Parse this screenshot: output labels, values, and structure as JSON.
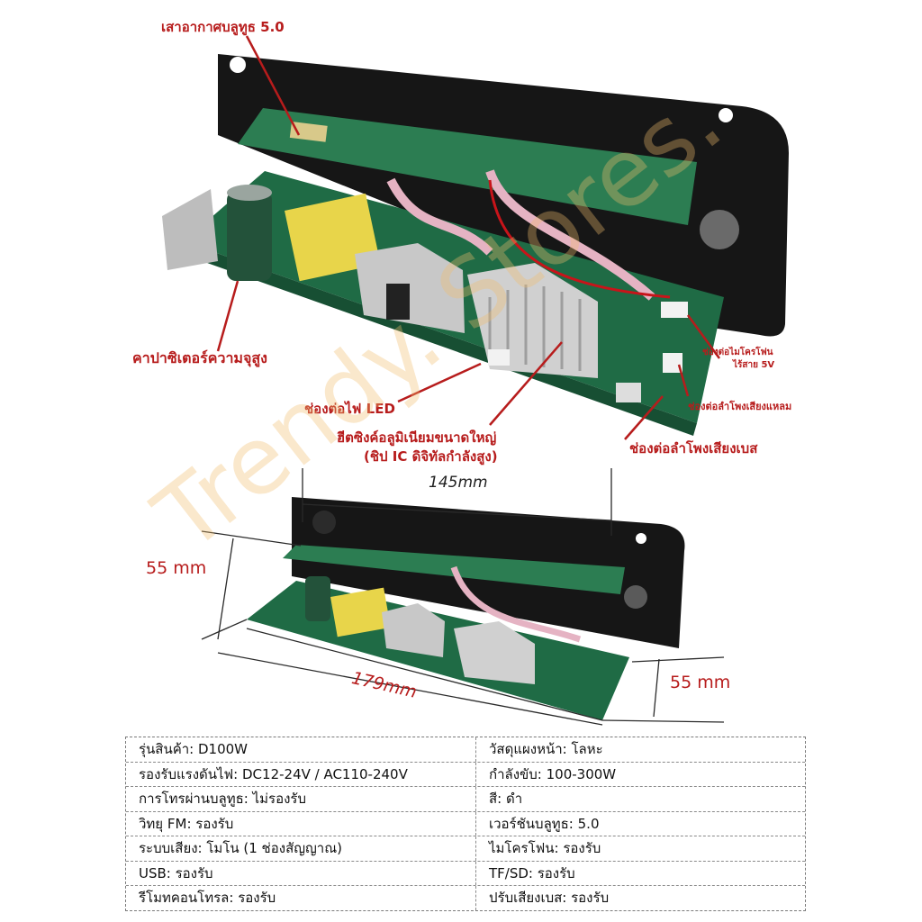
{
  "callouts": {
    "bluetooth_antenna": "เสาอากาศบลูทูธ 5.0",
    "capacitor": "คาปาซิเตอร์ความจุสูง",
    "led_port": "ช่องต่อไฟ LED",
    "heatsink_line1": "ฮีตซิงค์อลูมิเนียมขนาดใหญ่",
    "heatsink_line2": "(ชิป IC ดิจิทัลกำลังสูง)",
    "mic_port_line1": "ช่องต่อไมโครโฟน",
    "mic_port_line2": "ไร้สาย 5V",
    "tweeter_port": "ช่องต่อลำโพงเสียงแหลม",
    "bass_port": "ช่องต่อลำโพงเสียงเบส"
  },
  "dimensions": {
    "width_top": "145mm",
    "height_left": "55 mm",
    "length_bottom": "179mm",
    "height_right": "55 mm"
  },
  "watermark": "Trendy. Stores.",
  "specs": [
    {
      "left": "รุ่นสินค้า: D100W",
      "right": "วัสดุแผงหน้า: โลหะ"
    },
    {
      "left": "รองรับแรงดันไฟ: DC12-24V / AC110-240V",
      "right": "กำลังขับ: 100-300W"
    },
    {
      "left": "การโทรผ่านบลูทูธ: ไม่รองรับ",
      "right": "สี: ดำ"
    },
    {
      "left": "วิทยุ FM: รองรับ",
      "right": "เวอร์ชันบลูทูธ: 5.0"
    },
    {
      "left": "ระบบเสียง: โมโน (1 ช่องสัญญาณ)",
      "right": "ไมโครโฟน: รองรับ"
    },
    {
      "left": "USB: รองรับ",
      "right": "TF/SD: รองรับ"
    },
    {
      "left": "รีโมทคอนโทรล: รองรับ",
      "right": "ปรับเสียงเบส: รองรับ"
    }
  ],
  "colors": {
    "callout_red": "#b71c1c",
    "pcb_green": "#1f6b45",
    "panel_black": "#161616",
    "transformer_yellow": "#e8d54a",
    "heatsink_silver": "#c8c8c8"
  }
}
